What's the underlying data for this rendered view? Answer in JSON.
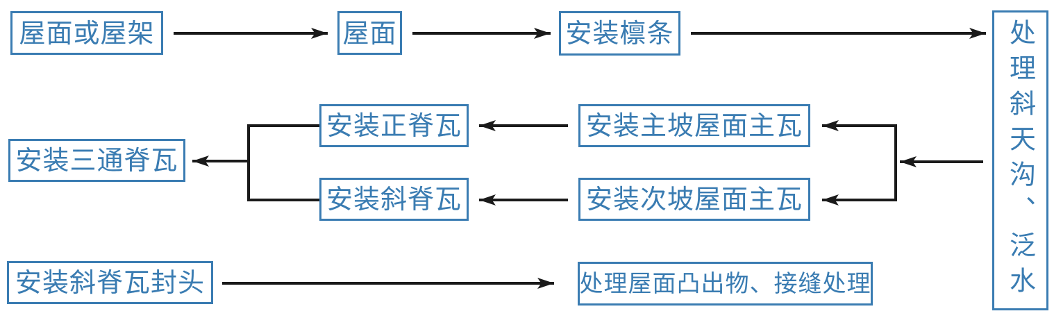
{
  "diagram": {
    "type": "flowchart",
    "language": "zh",
    "colors": {
      "box_border": "#3A7CB2",
      "box_text": "#3A7CB2",
      "arrow": "#1A1A1A",
      "background": "#FFFFFF"
    },
    "nodes": {
      "roof_or_truss": "屋面或屋架",
      "roof": "屋面",
      "install_purlins": "安装檩条",
      "handle_valley_flashing": "处理斜天沟、泛水",
      "install_main_slope_tiles": "安装主坡屋面主瓦",
      "install_secondary_slope_tiles": "安装次坡屋面主瓦",
      "install_ridge_tiles": "安装正脊瓦",
      "install_hip_ridge_tiles": "安装斜脊瓦",
      "install_three_way_ridge_tiles": "安装三通脊瓦",
      "install_hip_ridge_end_caps": "安装斜脊瓦封头",
      "handle_protrusions_joints": "处理屋面凸出物、接缝处理"
    },
    "edges": [
      {
        "from": "roof_or_truss",
        "to": "roof"
      },
      {
        "from": "roof",
        "to": "install_purlins"
      },
      {
        "from": "install_purlins",
        "to": "handle_valley_flashing"
      },
      {
        "from": "handle_valley_flashing",
        "to": "install_main_slope_tiles"
      },
      {
        "from": "handle_valley_flashing",
        "to": "install_secondary_slope_tiles"
      },
      {
        "from": "install_main_slope_tiles",
        "to": "install_ridge_tiles"
      },
      {
        "from": "install_secondary_slope_tiles",
        "to": "install_hip_ridge_tiles"
      },
      {
        "from": "install_ridge_tiles",
        "to": "install_three_way_ridge_tiles"
      },
      {
        "from": "install_hip_ridge_tiles",
        "to": "install_three_way_ridge_tiles"
      },
      {
        "from": "install_hip_ridge_end_caps",
        "to": "handle_protrusions_joints"
      }
    ]
  }
}
